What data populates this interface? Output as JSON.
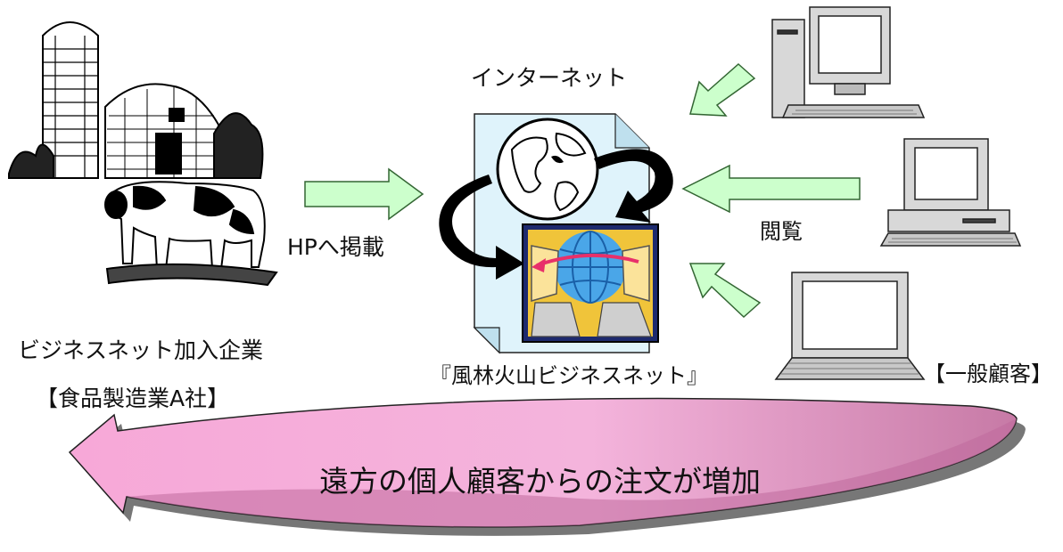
{
  "labels": {
    "internet": "インターネット",
    "post_to_hp": "HPへ掲載",
    "browse": "閲覧",
    "member_company": "ビジネスネット加入企業",
    "company_a": "【食品製造業A社】",
    "service_name": "『風林火山ビジネスネット』",
    "general_customer": "【一般顧客】",
    "orders_increase": "遠方の個人顧客からの注文が増加"
  },
  "colors": {
    "green_arrow_fill": "#ccffcc",
    "green_arrow_stroke": "#336633",
    "pink_arrow_fill": "#f7a8d8",
    "pink_arrow_dark": "#c06a9c",
    "document_fill": "#dff3fb"
  },
  "icons": [
    "farm-illustration",
    "globe-icon",
    "desktop-pc-icon",
    "laptop-icon",
    "network-transfer-icon"
  ]
}
